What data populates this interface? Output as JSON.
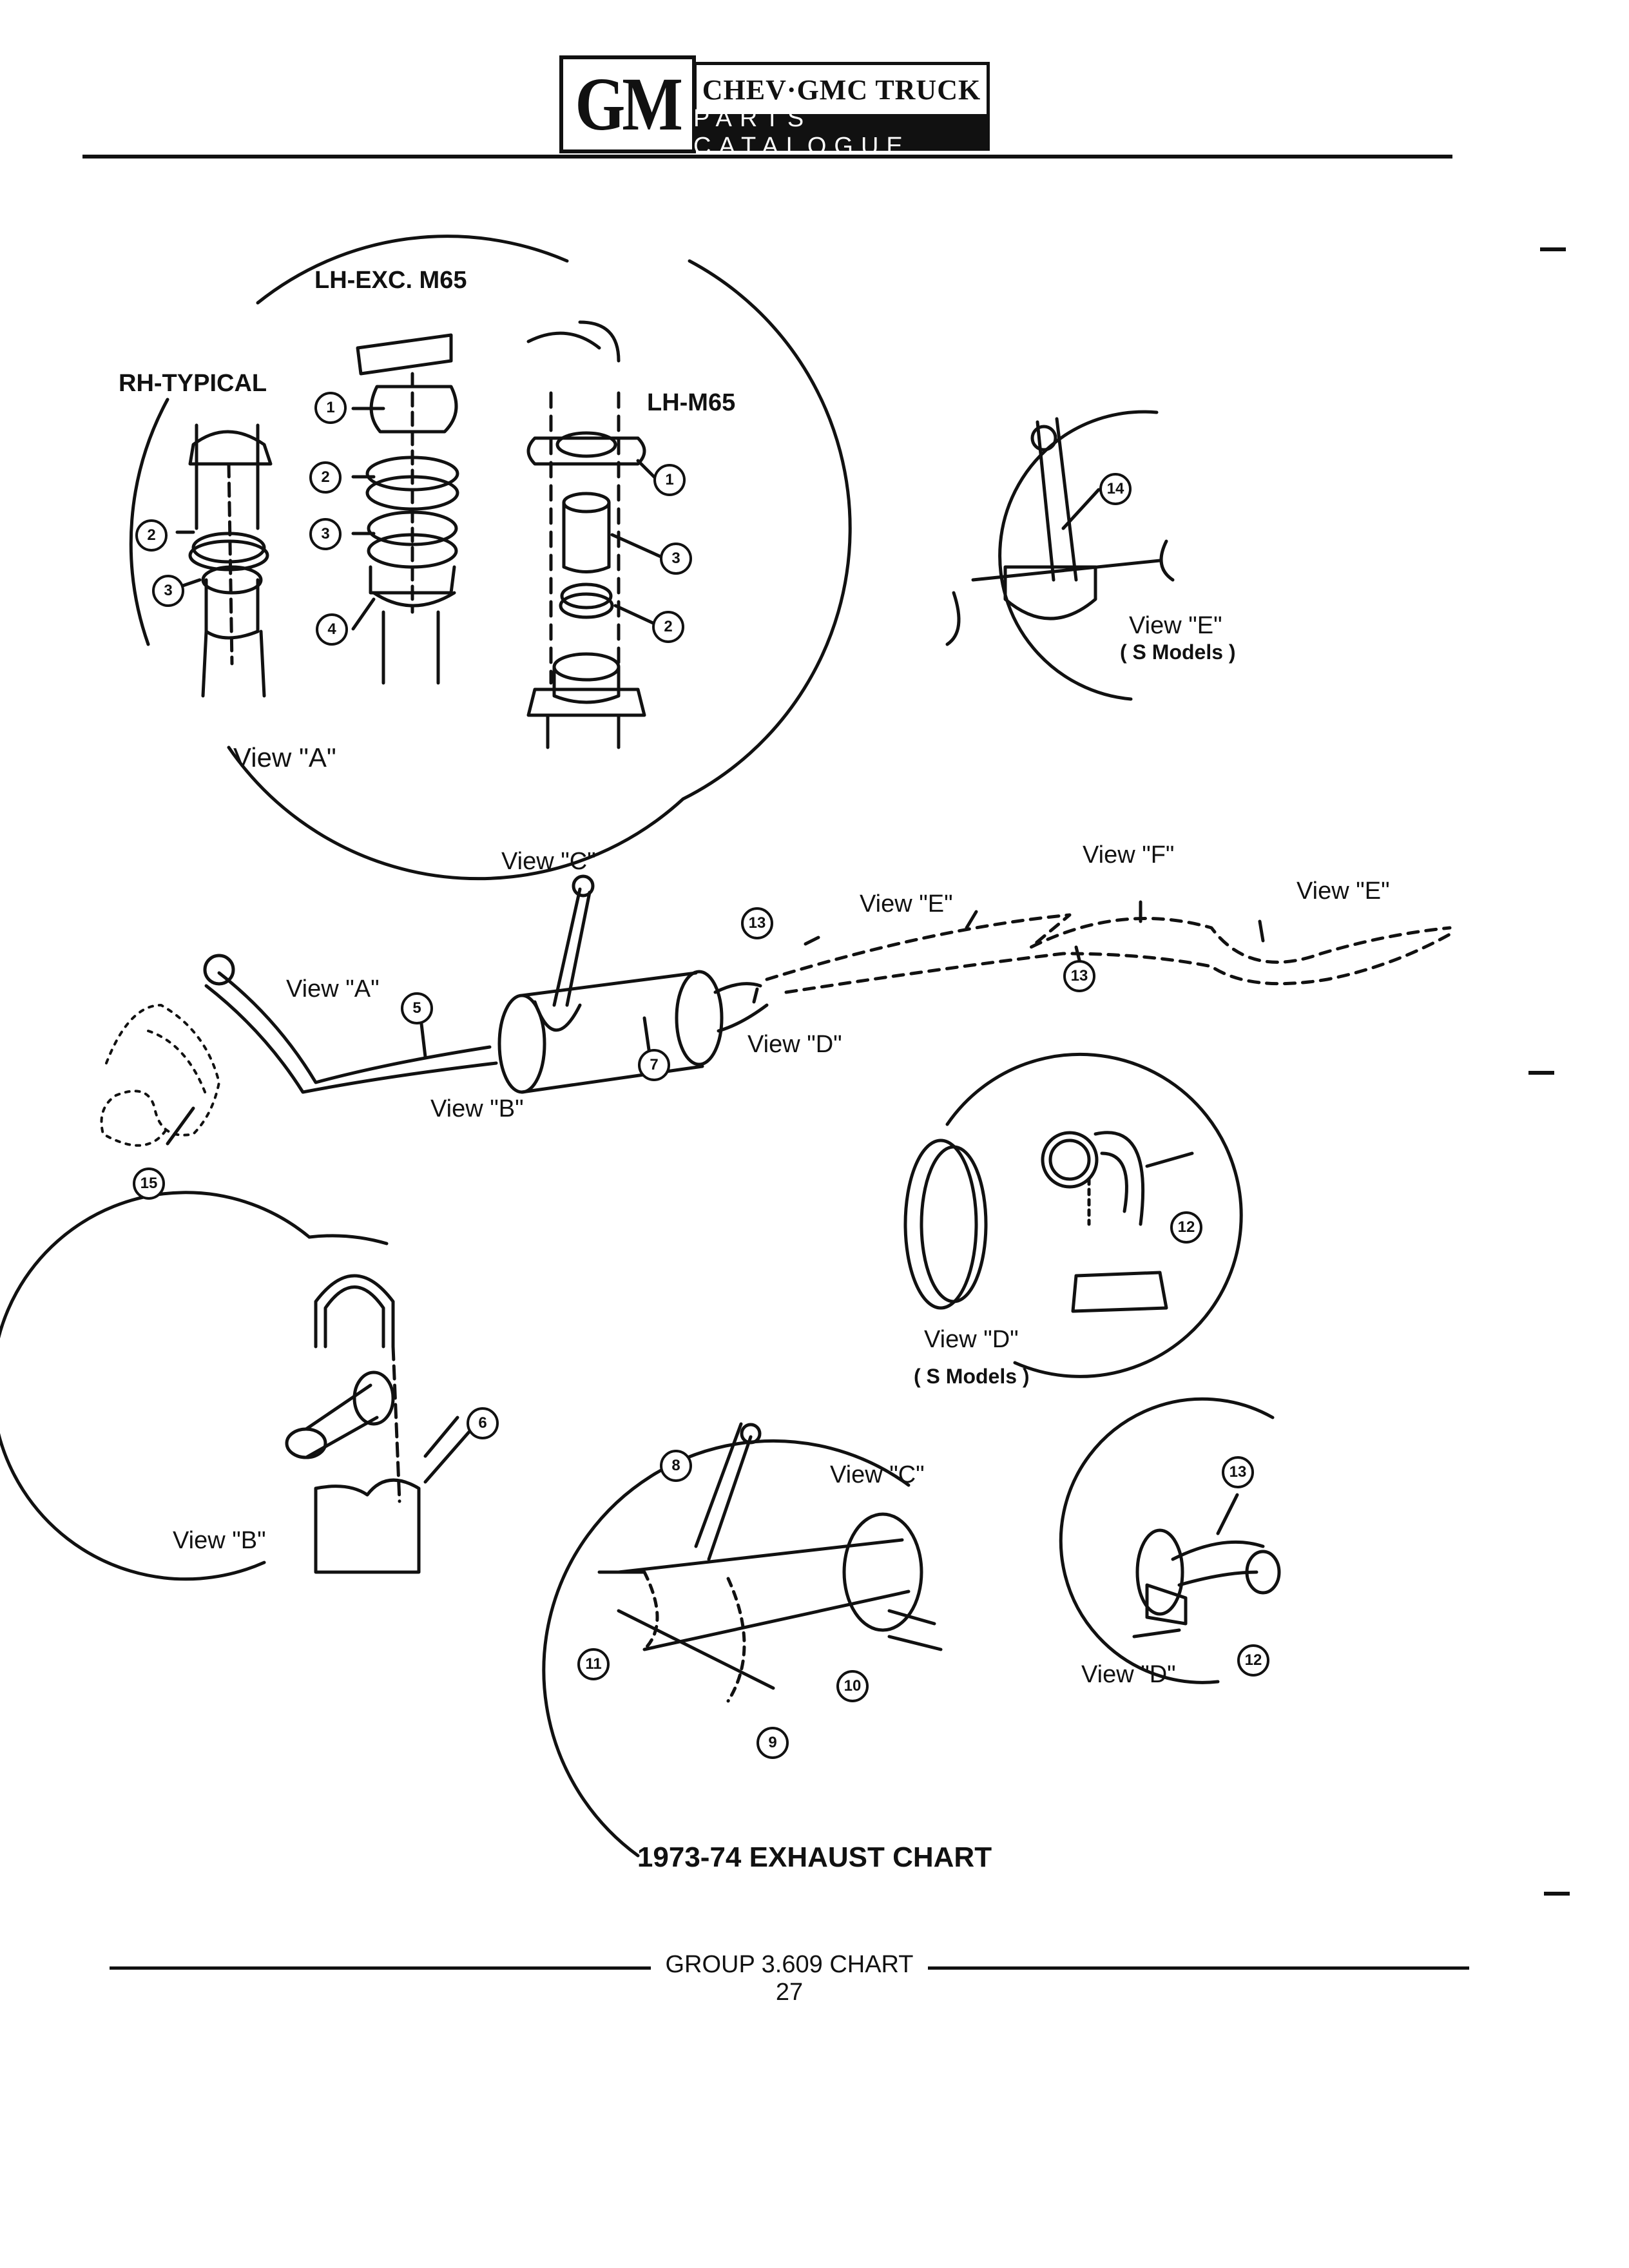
{
  "header": {
    "logo": "GM",
    "brand_line1": "CHEV·GMC TRUCK",
    "brand_line2": "PARTS CATALOGUE"
  },
  "view_a": {
    "label": "View \"A\"",
    "lh_exc": "LH-EXC. M65",
    "rh_typical": "RH-TYPICAL",
    "lh_m65": "LH-M65"
  },
  "view_e_detail": {
    "label": "View \"E\"",
    "sub": "( S Models )"
  },
  "assembly": {
    "view_c": "View \"C\"",
    "view_f": "View \"F\"",
    "view_e_left": "View \"E\"",
    "view_e_right": "View \"E\"",
    "view_a": "View \"A\"",
    "view_b": "View \"B\"",
    "view_d": "View \"D\""
  },
  "view_d_s": {
    "label": "View \"D\"",
    "sub": "( S Models )"
  },
  "view_b_detail": {
    "label": "View \"B\""
  },
  "view_c_detail": {
    "label": "View \"C\""
  },
  "view_d_detail": {
    "label": "View \"D\""
  },
  "callouts": {
    "c1": "1",
    "c2": "2",
    "c3": "3",
    "c4": "4",
    "c5": "5",
    "c6": "6",
    "c7": "7",
    "c8": "8",
    "c9": "9",
    "c10": "10",
    "c11": "11",
    "c12": "12",
    "c13": "13",
    "c14": "14",
    "c15": "15"
  },
  "chart_title": "1973-74 EXHAUST CHART",
  "footer": "GROUP 3.609 CHART 27"
}
